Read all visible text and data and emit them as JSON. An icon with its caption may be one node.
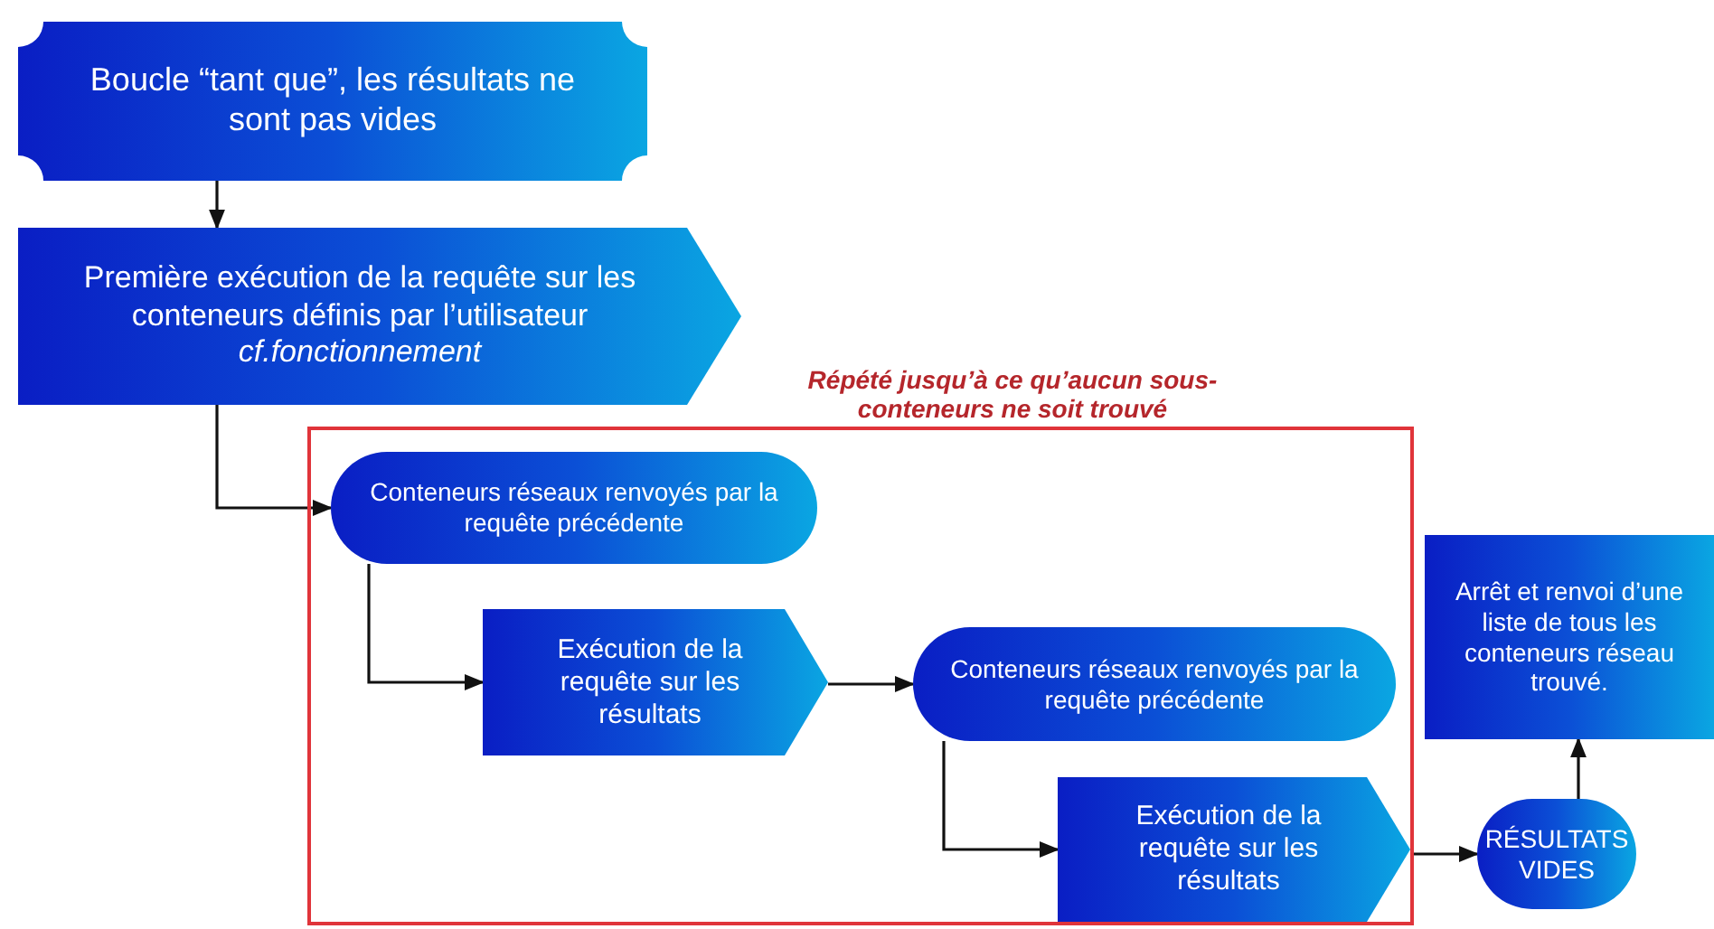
{
  "diagram": {
    "nodes": [
      {
        "text": [
          "Boucle “tant que”,  les résultats ne sont pas vides"
        ]
      },
      {
        "text": [
          "Première exécution de la requête sur les conteneurs définis par l’utilisateur *cf.fonctionnement*"
        ]
      },
      {
        "text": [
          "Répété jusqu’à ce qu’aucun sous-conteneurs ne soit trouvé"
        ]
      },
      {
        "text": [
          "Conteneurs réseaux renvoyés par la requête précédente"
        ],
        "in": 2
      },
      {
        "text": [
          "Exécution de la requête sur les résultats"
        ],
        "in": 2
      },
      {
        "text": [
          "Conteneurs réseaux renvoyés par la requête précédente"
        ],
        "in": 2
      },
      {
        "text": [
          "Exécution de la requête sur les résultats"
        ],
        "in": 2
      },
      {
        "text": [
          "Arrêt et renvoi d’une liste de tous les conteneurs réseau trouvé."
        ]
      },
      {
        "text": [
          "RÉSULTATS VIDES"
        ]
      }
    ],
    "edges": [
      {
        "from": 0,
        "to": 1,
        "arrow": "to"
      },
      {
        "from": 1,
        "to": 3,
        "arrow": "to"
      },
      {
        "from": 3,
        "to": 4,
        "arrow": "to"
      },
      {
        "from": 4,
        "to": 5,
        "arrow": "to"
      },
      {
        "from": 5,
        "to": 6,
        "arrow": "to"
      },
      {
        "from": 6,
        "to": 8,
        "arrow": "to"
      },
      {
        "from": 8,
        "to": 7,
        "arrow": "to"
      }
    ]
  }
}
